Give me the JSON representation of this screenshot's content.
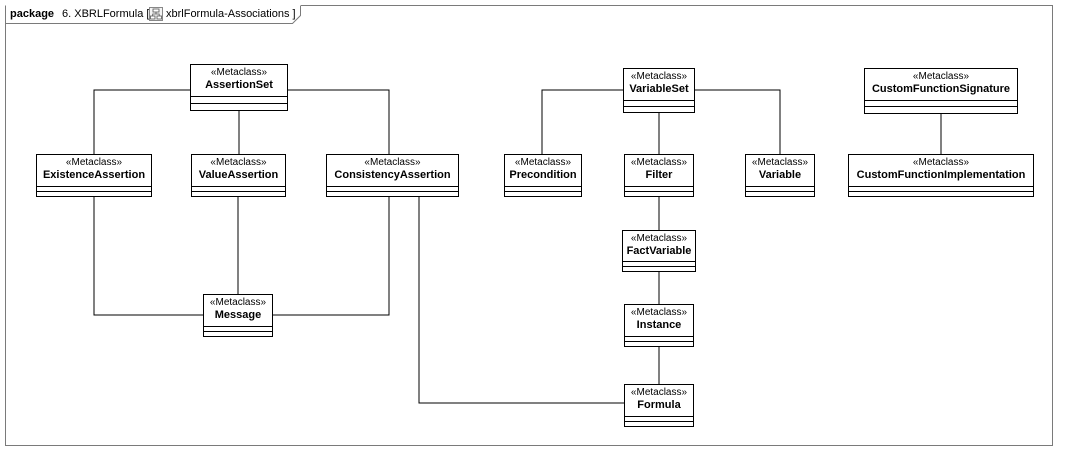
{
  "frame": {
    "keyword": "package",
    "package_name": "6. XBRLFormula [",
    "diagram_icon": "class-diagram-icon",
    "diagram_name": "xbrlFormula-Associations ]"
  },
  "classes": {
    "assertion_set": {
      "stereotype": "«Metaclass»",
      "name": "AssertionSet"
    },
    "existence_assertion": {
      "stereotype": "«Metaclass»",
      "name": "ExistenceAssertion"
    },
    "value_assertion": {
      "stereotype": "«Metaclass»",
      "name": "ValueAssertion"
    },
    "consistency_assertion": {
      "stereotype": "«Metaclass»",
      "name": "ConsistencyAssertion"
    },
    "message": {
      "stereotype": "«Metaclass»",
      "name": "Message"
    },
    "variable_set": {
      "stereotype": "«Metaclass»",
      "name": "VariableSet"
    },
    "precondition": {
      "stereotype": "«Metaclass»",
      "name": "Precondition"
    },
    "filter": {
      "stereotype": "«Metaclass»",
      "name": "Filter"
    },
    "variable": {
      "stereotype": "«Metaclass»",
      "name": "Variable"
    },
    "fact_variable": {
      "stereotype": "«Metaclass»",
      "name": "FactVariable"
    },
    "instance": {
      "stereotype": "«Metaclass»",
      "name": "Instance"
    },
    "formula": {
      "stereotype": "«Metaclass»",
      "name": "Formula"
    },
    "custom_function_signature": {
      "stereotype": "«Metaclass»",
      "name": "CustomFunctionSignature"
    },
    "custom_function_implementation": {
      "stereotype": "«Metaclass»",
      "name": "CustomFunctionImplementation"
    }
  },
  "associations": [
    {
      "from": "assertion_set",
      "to": "existence_assertion"
    },
    {
      "from": "assertion_set",
      "to": "value_assertion"
    },
    {
      "from": "assertion_set",
      "to": "consistency_assertion"
    },
    {
      "from": "existence_assertion",
      "to": "message"
    },
    {
      "from": "value_assertion",
      "to": "message"
    },
    {
      "from": "consistency_assertion",
      "to": "message"
    },
    {
      "from": "consistency_assertion",
      "to": "formula"
    },
    {
      "from": "variable_set",
      "to": "precondition"
    },
    {
      "from": "variable_set",
      "to": "filter"
    },
    {
      "from": "variable_set",
      "to": "variable"
    },
    {
      "from": "filter",
      "to": "fact_variable"
    },
    {
      "from": "fact_variable",
      "to": "instance"
    },
    {
      "from": "instance",
      "to": "formula"
    },
    {
      "from": "custom_function_signature",
      "to": "custom_function_implementation"
    }
  ]
}
